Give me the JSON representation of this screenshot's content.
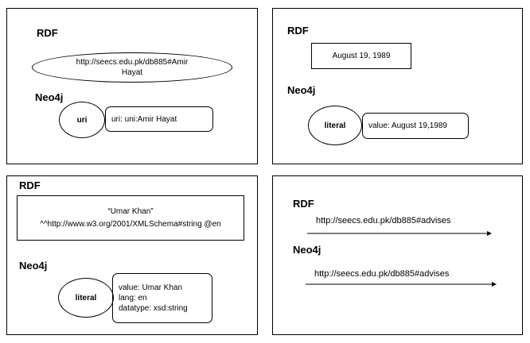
{
  "panels": {
    "top_left": {
      "rdf_heading": "RDF",
      "rdf_uri_line1": "http://seecs.edu.pk/db885#Amir",
      "rdf_uri_line2": "Hayat",
      "neo4j_heading": "Neo4j",
      "node_label": "uri",
      "property": "uri: uni:Amir Hayat"
    },
    "top_right": {
      "rdf_heading": "RDF",
      "rdf_literal": "August 19, 1989",
      "neo4j_heading": "Neo4j",
      "node_label": "literal",
      "property": "value: August 19,1989"
    },
    "bottom_left": {
      "rdf_heading": "RDF",
      "rdf_literal_line1": "“Umar Khan”",
      "rdf_literal_line2": "^^http://www.w3.org/2001/XMLSchema#string @en",
      "neo4j_heading": "Neo4j",
      "node_label": "literal",
      "property_line1": "value: Umar Khan",
      "property_line2": "lang: en",
      "property_line3": "datatype: xsd:string"
    },
    "bottom_right": {
      "rdf_heading": "RDF",
      "rdf_predicate": "http://seecs.edu.pk/db885#advises",
      "neo4j_heading": "Neo4j",
      "neo4j_relationship": "http://seecs.edu.pk/db885#advises"
    }
  }
}
